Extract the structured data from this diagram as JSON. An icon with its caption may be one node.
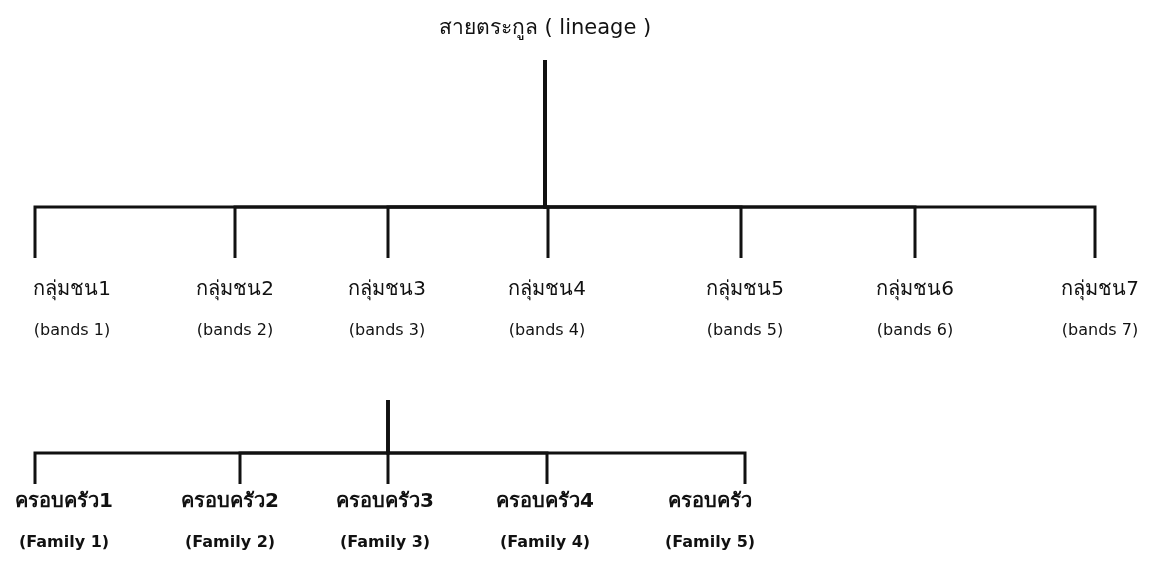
{
  "diagram": {
    "nodes": [
      {
        "text": [
          "สายตระกูล ( lineage )"
        ]
      },
      {
        "text": [
          "กลุ่มชน1",
          "(bands 1)"
        ]
      },
      {
        "text": [
          "กลุ่มชน2",
          "(bands 2)"
        ]
      },
      {
        "text": [
          "กลุ่มชน3",
          "(bands 3)"
        ]
      },
      {
        "text": [
          "กลุ่มชน4",
          "(bands 4)"
        ]
      },
      {
        "text": [
          "กลุ่มชน5",
          "(bands 5)"
        ]
      },
      {
        "text": [
          "กลุ่มชน6",
          "(bands 6)"
        ]
      },
      {
        "text": [
          "กลุ่มชน7",
          "(bands 7)"
        ]
      },
      {
        "text": [
          "ครอบครัว1",
          "(Family 1)"
        ]
      },
      {
        "text": [
          "ครอบครัว2",
          "(Family 2)"
        ]
      },
      {
        "text": [
          "ครอบครัว3",
          "(Family 3)"
        ]
      },
      {
        "text": [
          "ครอบครัว4",
          "(Family 4)"
        ]
      },
      {
        "text": [
          "ครอบครัว",
          "(Family 5)"
        ]
      }
    ],
    "edges": [
      {
        "from": 0,
        "to": 1,
        "arrow": "none"
      },
      {
        "from": 0,
        "to": 2,
        "arrow": "none"
      },
      {
        "from": 0,
        "to": 3,
        "arrow": "none"
      },
      {
        "from": 0,
        "to": 4,
        "arrow": "none"
      },
      {
        "from": 0,
        "to": 5,
        "arrow": "none"
      },
      {
        "from": 0,
        "to": 6,
        "arrow": "none"
      },
      {
        "from": 0,
        "to": 7,
        "arrow": "none"
      },
      {
        "from": 3,
        "to": 8,
        "arrow": "none"
      },
      {
        "from": 3,
        "to": 9,
        "arrow": "none"
      },
      {
        "from": 3,
        "to": 10,
        "arrow": "none"
      },
      {
        "from": 3,
        "to": 11,
        "arrow": "none"
      },
      {
        "from": 3,
        "to": 12,
        "arrow": "none"
      }
    ]
  }
}
